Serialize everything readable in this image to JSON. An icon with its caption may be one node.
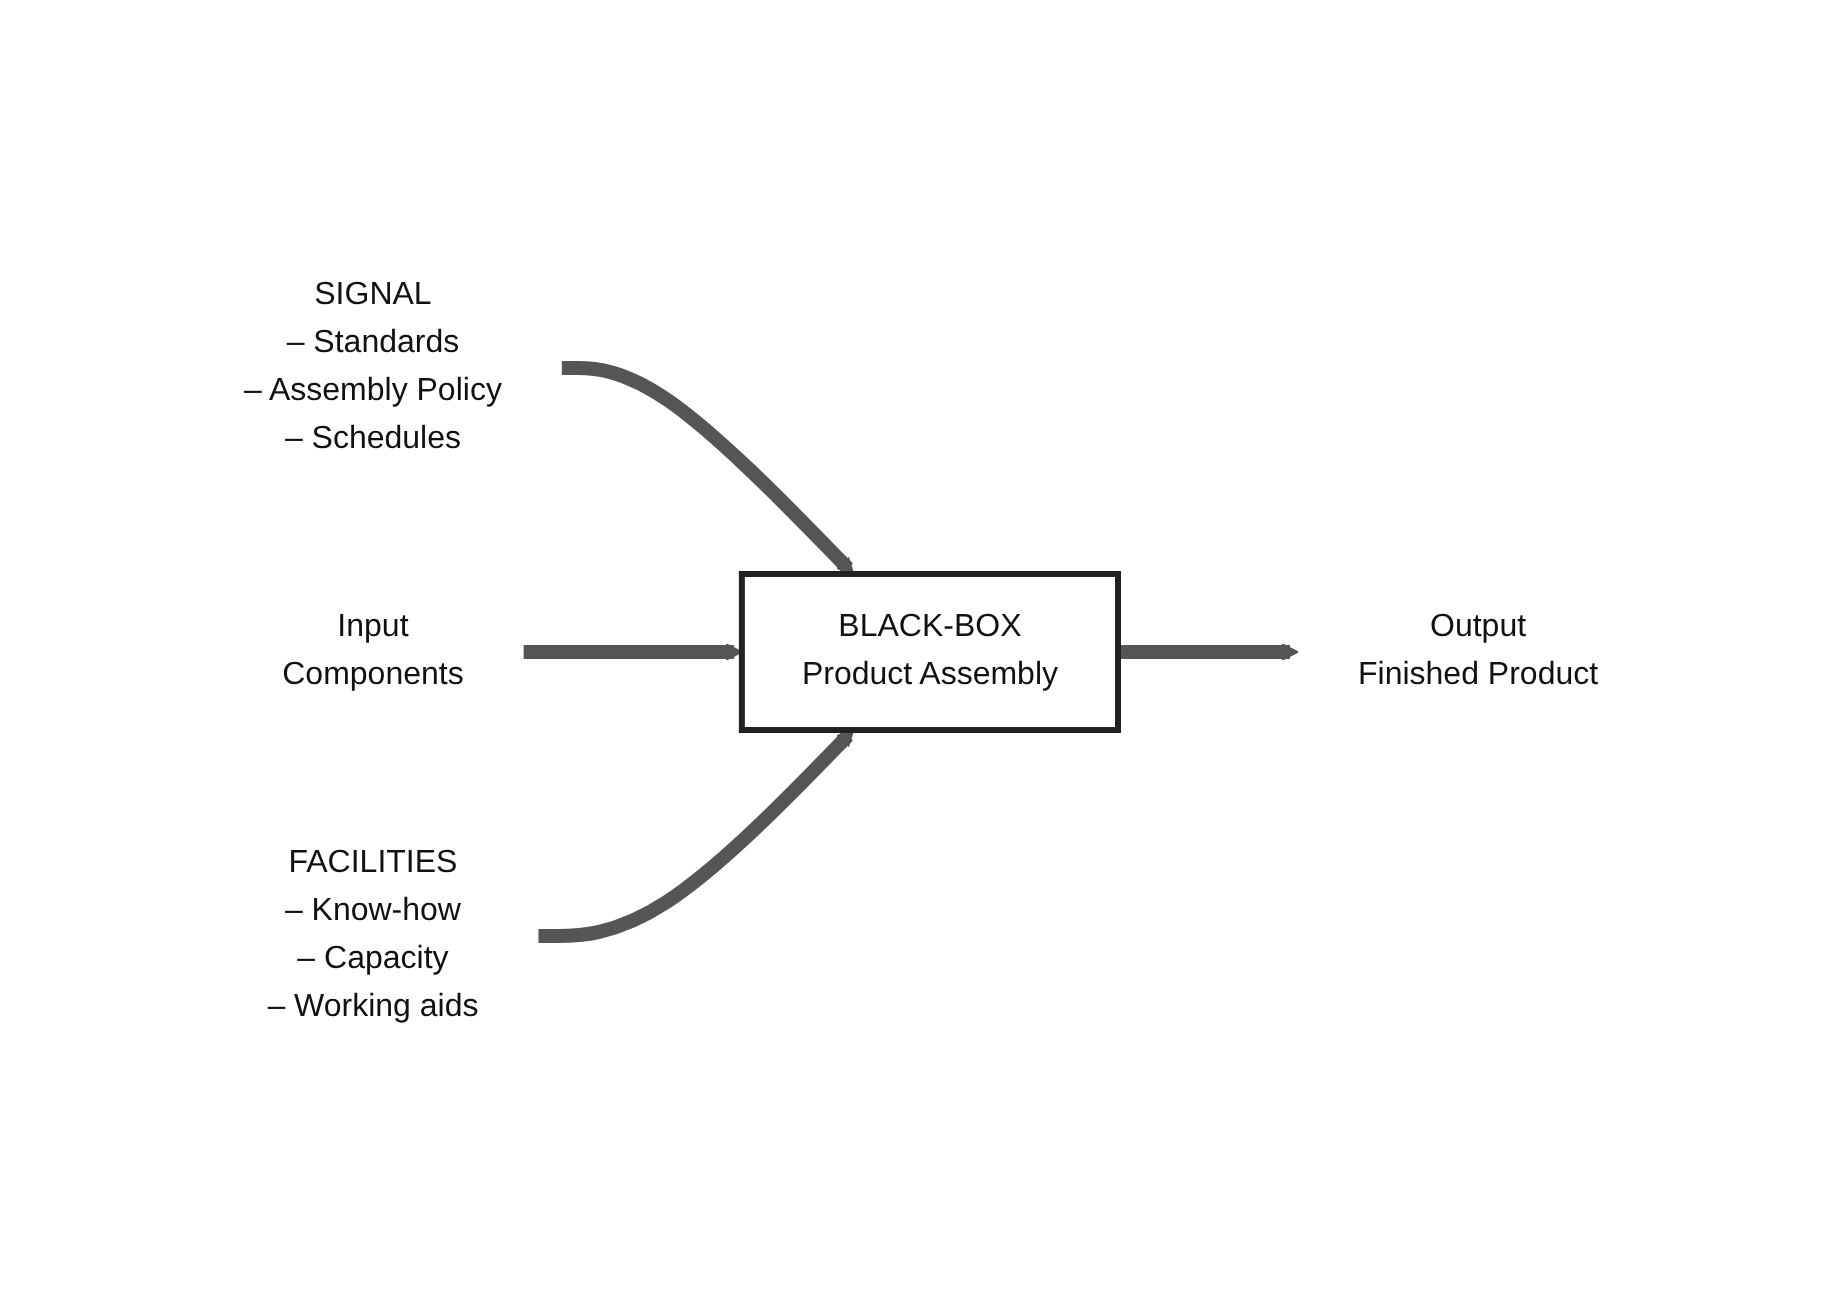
{
  "diagram": {
    "nodes": [
      {
        "text": [
          "SIGNAL",
          "– Standards",
          "– Assembly Policy",
          "– Schedules"
        ]
      },
      {
        "text": [
          "Input",
          "Components"
        ]
      },
      {
        "text": [
          "BLACK-BOX",
          "Product Assembly"
        ]
      },
      {
        "text": [
          "Output",
          "Finished Product"
        ]
      },
      {
        "text": [
          "FACILITIES",
          "– Know-how",
          "– Capacity",
          "– Working aids"
        ]
      }
    ],
    "edges": [
      {
        "from": 0,
        "to": 2,
        "arrow": "to"
      },
      {
        "from": 1,
        "to": 2,
        "arrow": "to"
      },
      {
        "from": 2,
        "to": 3,
        "arrow": "to"
      },
      {
        "from": 4,
        "to": 2,
        "arrow": "to"
      }
    ]
  }
}
